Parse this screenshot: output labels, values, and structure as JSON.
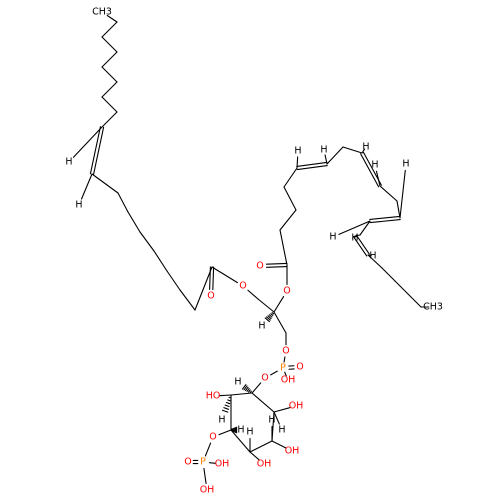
{
  "molecule": {
    "atoms": [
      {
        "id": "C1",
        "el": "C",
        "label": "CH3"
      },
      {
        "id": "C2",
        "el": "C"
      },
      {
        "id": "C3",
        "el": "C"
      },
      {
        "id": "C4",
        "el": "C"
      },
      {
        "id": "C5",
        "el": "C"
      },
      {
        "id": "C6",
        "el": "C"
      },
      {
        "id": "C7",
        "el": "C"
      },
      {
        "id": "C8",
        "el": "C"
      },
      {
        "id": "C9",
        "el": "C"
      },
      {
        "id": "C10",
        "el": "C"
      },
      {
        "id": "C11",
        "el": "C"
      },
      {
        "id": "C12",
        "el": "C"
      },
      {
        "id": "C13",
        "el": "C"
      },
      {
        "id": "C14",
        "el": "C"
      },
      {
        "id": "C15",
        "el": "C"
      },
      {
        "id": "C16",
        "el": "C"
      },
      {
        "id": "C17",
        "el": "C"
      },
      {
        "id": "C18",
        "el": "C"
      },
      {
        "id": "O1",
        "el": "O",
        "label": "O"
      },
      {
        "id": "O2",
        "el": "O",
        "label": "O"
      },
      {
        "id": "G1",
        "el": "C"
      },
      {
        "id": "G2",
        "el": "C"
      },
      {
        "id": "G3",
        "el": "C"
      },
      {
        "id": "O3",
        "el": "O",
        "label": "O"
      },
      {
        "id": "A1",
        "el": "C"
      },
      {
        "id": "O4",
        "el": "O",
        "label": "O"
      },
      {
        "id": "A2",
        "el": "C"
      },
      {
        "id": "A3",
        "el": "C"
      },
      {
        "id": "A4",
        "el": "C"
      },
      {
        "id": "A5",
        "el": "C"
      },
      {
        "id": "A6",
        "el": "C"
      },
      {
        "id": "A7",
        "el": "C"
      },
      {
        "id": "A8",
        "el": "C"
      },
      {
        "id": "A9",
        "el": "C"
      },
      {
        "id": "A10",
        "el": "C"
      },
      {
        "id": "A11",
        "el": "C"
      },
      {
        "id": "A12",
        "el": "C"
      },
      {
        "id": "A13",
        "el": "C"
      },
      {
        "id": "A14",
        "el": "C"
      },
      {
        "id": "A15",
        "el": "C"
      },
      {
        "id": "A16",
        "el": "C"
      },
      {
        "id": "A17",
        "el": "C"
      },
      {
        "id": "A18",
        "el": "C"
      },
      {
        "id": "A19",
        "el": "C"
      },
      {
        "id": "A20",
        "el": "C",
        "label": "CH3"
      },
      {
        "id": "O5",
        "el": "O",
        "label": "O"
      },
      {
        "id": "P1",
        "el": "P",
        "label": "P"
      },
      {
        "id": "O6",
        "el": "O",
        "label": "O"
      },
      {
        "id": "O7",
        "el": "O",
        "label": "OH"
      },
      {
        "id": "O8",
        "el": "O",
        "label": "O"
      },
      {
        "id": "R1",
        "el": "C"
      },
      {
        "id": "R2",
        "el": "C"
      },
      {
        "id": "R3",
        "el": "C"
      },
      {
        "id": "R4",
        "el": "C"
      },
      {
        "id": "R5",
        "el": "C"
      },
      {
        "id": "R6",
        "el": "C"
      },
      {
        "id": "RO2",
        "el": "O",
        "label": "HO"
      },
      {
        "id": "RO3",
        "el": "O",
        "label": "OH"
      },
      {
        "id": "RO4",
        "el": "O",
        "label": "OH"
      },
      {
        "id": "RO5",
        "el": "O",
        "label": "OH"
      },
      {
        "id": "RO6",
        "el": "O",
        "label": "O"
      },
      {
        "id": "P2",
        "el": "P",
        "label": "P"
      },
      {
        "id": "O9",
        "el": "O",
        "label": "O"
      },
      {
        "id": "O10",
        "el": "O",
        "label": "OH"
      },
      {
        "id": "O11",
        "el": "O",
        "label": "OH"
      },
      {
        "id": "H1",
        "el": "H",
        "label": "H"
      },
      {
        "id": "H2",
        "el": "H",
        "label": "H"
      },
      {
        "id": "H3",
        "el": "H",
        "label": "H"
      },
      {
        "id": "H4",
        "el": "H",
        "label": "H"
      },
      {
        "id": "H5",
        "el": "H",
        "label": "H"
      },
      {
        "id": "H6",
        "el": "H",
        "label": "H"
      },
      {
        "id": "H7",
        "el": "H",
        "label": "H"
      },
      {
        "id": "H8",
        "el": "H",
        "label": "H"
      },
      {
        "id": "H9",
        "el": "H",
        "label": "H"
      },
      {
        "id": "H10",
        "el": "H",
        "label": "H"
      },
      {
        "id": "H11",
        "el": "H",
        "label": "H"
      },
      {
        "id": "HR1",
        "el": "H",
        "label": "H"
      },
      {
        "id": "HR2",
        "el": "H",
        "label": "H"
      },
      {
        "id": "HR3",
        "el": "H",
        "label": "H"
      },
      {
        "id": "HR4",
        "el": "H",
        "label": "H"
      },
      {
        "id": "HR5",
        "el": "H",
        "label": "H"
      },
      {
        "id": "HR6",
        "el": "H",
        "label": "H"
      }
    ],
    "bonds": [
      {
        "a": "C1",
        "b": "C2",
        "order": 1
      },
      {
        "a": "C2",
        "b": "C3",
        "order": 1
      },
      {
        "a": "C3",
        "b": "C4",
        "order": 1
      },
      {
        "a": "C4",
        "b": "C5",
        "order": 1
      },
      {
        "a": "C5",
        "b": "C6",
        "order": 1
      },
      {
        "a": "C6",
        "b": "C7",
        "order": 1
      },
      {
        "a": "C7",
        "b": "C8",
        "order": 1
      },
      {
        "a": "C8",
        "b": "C9",
        "order": 1
      },
      {
        "a": "C9",
        "b": "C10",
        "order": 2
      },
      {
        "a": "C10",
        "b": "C11",
        "order": 1
      },
      {
        "a": "C11",
        "b": "C12",
        "order": 1
      },
      {
        "a": "C12",
        "b": "C13",
        "order": 1
      },
      {
        "a": "C13",
        "b": "C14",
        "order": 1
      },
      {
        "a": "C14",
        "b": "C15",
        "order": 1
      },
      {
        "a": "C15",
        "b": "C16",
        "order": 1
      },
      {
        "a": "C16",
        "b": "C17",
        "order": 1
      },
      {
        "a": "C17",
        "b": "C18",
        "order": 1
      },
      {
        "a": "C18",
        "b": "O1",
        "order": 2
      },
      {
        "a": "C18",
        "b": "O2",
        "order": 1
      },
      {
        "a": "O2",
        "b": "G1",
        "order": 1
      },
      {
        "a": "G1",
        "b": "G2",
        "order": 1
      },
      {
        "a": "G2",
        "b": "G3",
        "order": 1
      },
      {
        "a": "G2",
        "b": "O3",
        "order": 1
      },
      {
        "a": "O3",
        "b": "A1",
        "order": 1
      },
      {
        "a": "A1",
        "b": "O4",
        "order": 2
      },
      {
        "a": "A1",
        "b": "A2",
        "order": 1
      },
      {
        "a": "A2",
        "b": "A3",
        "order": 1
      },
      {
        "a": "A3",
        "b": "A4",
        "order": 1
      },
      {
        "a": "A4",
        "b": "A5",
        "order": 1
      },
      {
        "a": "A5",
        "b": "A6",
        "order": 2
      },
      {
        "a": "A6",
        "b": "A7",
        "order": 1
      },
      {
        "a": "A7",
        "b": "A8",
        "order": 1
      },
      {
        "a": "A8",
        "b": "A9",
        "order": 2
      },
      {
        "a": "A9",
        "b": "A10",
        "order": 1
      },
      {
        "a": "A10",
        "b": "A11",
        "order": 1
      },
      {
        "a": "A11",
        "b": "A12",
        "order": 2
      },
      {
        "a": "A12",
        "b": "A13",
        "order": 1
      },
      {
        "a": "A13",
        "b": "A14",
        "order": 1
      },
      {
        "a": "A14",
        "b": "A15",
        "order": 2
      },
      {
        "a": "A15",
        "b": "A16",
        "order": 1
      },
      {
        "a": "A16",
        "b": "A17",
        "order": 1
      },
      {
        "a": "A17",
        "b": "A18",
        "order": 1
      },
      {
        "a": "A18",
        "b": "A19",
        "order": 1
      },
      {
        "a": "A19",
        "b": "A20",
        "order": 1
      },
      {
        "a": "G3",
        "b": "O5",
        "order": 1
      },
      {
        "a": "O5",
        "b": "P1",
        "order": 1
      },
      {
        "a": "P1",
        "b": "O6",
        "order": 2
      },
      {
        "a": "P1",
        "b": "O7",
        "order": 1
      },
      {
        "a": "P1",
        "b": "O8",
        "order": 1
      },
      {
        "a": "O8",
        "b": "R1",
        "order": 1
      },
      {
        "a": "R1",
        "b": "R2",
        "order": 1
      },
      {
        "a": "R2",
        "b": "R3",
        "order": 1
      },
      {
        "a": "R3",
        "b": "R4",
        "order": 1
      },
      {
        "a": "R4",
        "b": "R5",
        "order": 1
      },
      {
        "a": "R5",
        "b": "R6",
        "order": 1
      },
      {
        "a": "R6",
        "b": "R1",
        "order": 1
      },
      {
        "a": "R2",
        "b": "RO2",
        "order": 1
      },
      {
        "a": "R6",
        "b": "RO3",
        "order": 1
      },
      {
        "a": "R5",
        "b": "RO4",
        "order": 1
      },
      {
        "a": "R4",
        "b": "RO5",
        "order": 1
      },
      {
        "a": "R3",
        "b": "RO6",
        "order": 1
      },
      {
        "a": "RO6",
        "b": "P2",
        "order": 1
      },
      {
        "a": "P2",
        "b": "O9",
        "order": 2
      },
      {
        "a": "P2",
        "b": "O10",
        "order": 1
      },
      {
        "a": "P2",
        "b": "O11",
        "order": 1
      },
      {
        "a": "C9",
        "b": "H1",
        "order": 1
      },
      {
        "a": "C10",
        "b": "H2",
        "order": 1
      },
      {
        "a": "G2",
        "b": "H3",
        "order": 1,
        "stereo": "hash"
      },
      {
        "a": "A5",
        "b": "H4",
        "order": 1
      },
      {
        "a": "A6",
        "b": "H5",
        "order": 1
      },
      {
        "a": "A8",
        "b": "H6",
        "order": 1
      },
      {
        "a": "A9",
        "b": "H7",
        "order": 1
      },
      {
        "a": "A11",
        "b": "H8",
        "order": 1
      },
      {
        "a": "A12",
        "b": "H9",
        "order": 1
      },
      {
        "a": "A14",
        "b": "H10",
        "order": 1
      },
      {
        "a": "A15",
        "b": "H11",
        "order": 1
      },
      {
        "a": "R1",
        "b": "HR1",
        "order": 1,
        "stereo": "hash"
      },
      {
        "a": "R2",
        "b": "HR2",
        "order": 1,
        "stereo": "hash"
      },
      {
        "a": "R3",
        "b": "HR3",
        "order": 1,
        "stereo": "hash"
      },
      {
        "a": "R6",
        "b": "HR4",
        "order": 1
      },
      {
        "a": "R5",
        "b": "HR5",
        "order": 1
      },
      {
        "a": "R4",
        "b": "HR6",
        "order": 1
      }
    ],
    "colors": {
      "C": "#000000",
      "H": "#000000",
      "O": "#ff0000",
      "P": "#ff8000"
    }
  }
}
